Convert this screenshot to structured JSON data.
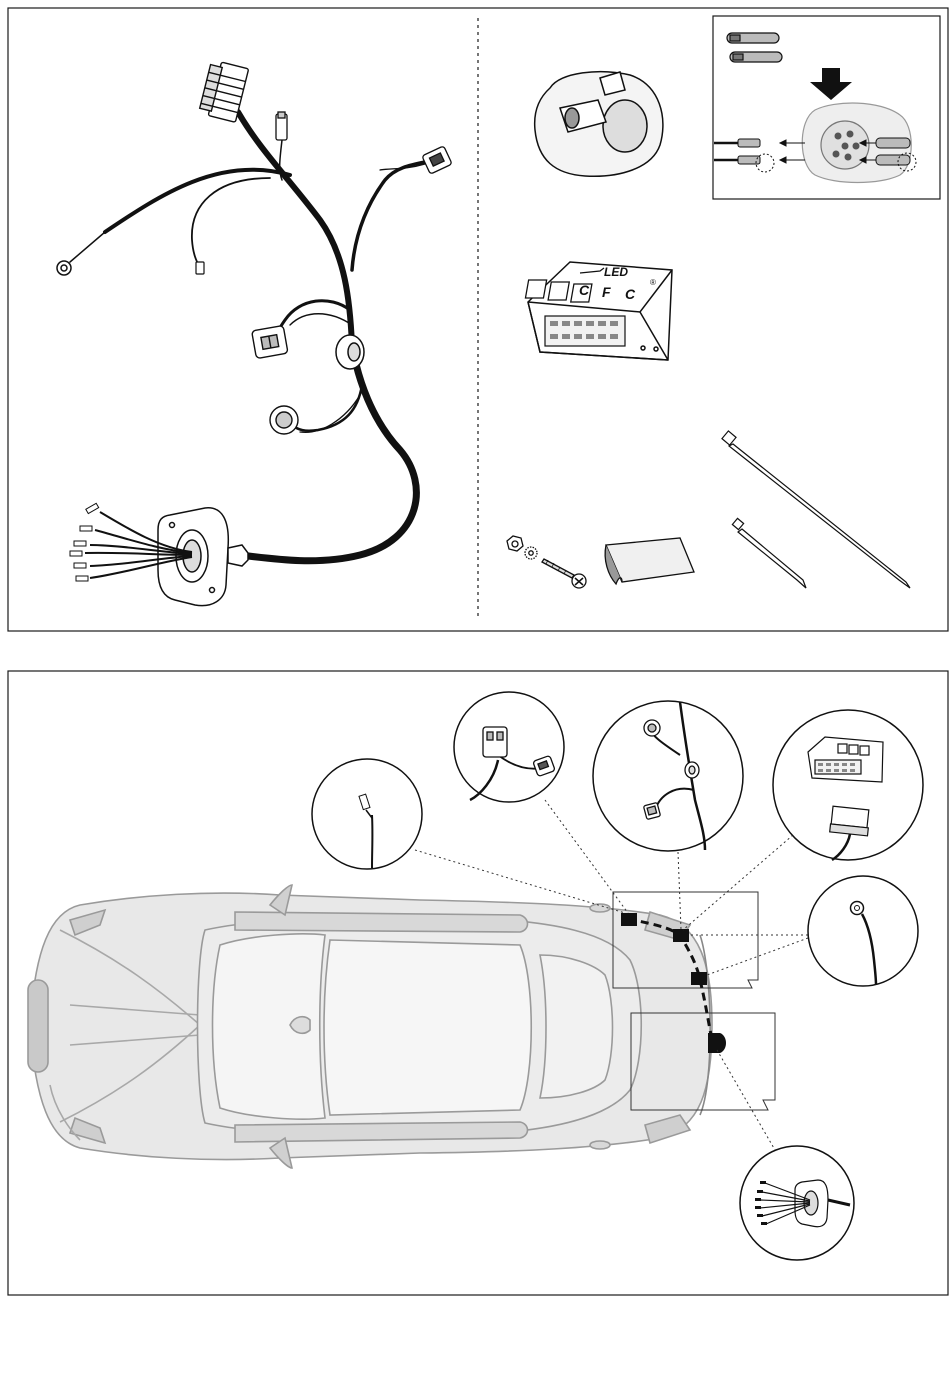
{
  "led_module": {
    "brand_text": "LED",
    "logo_letters": [
      "C",
      "F",
      "C"
    ],
    "registered_mark": "®"
  },
  "colors": {
    "line": "#1a1a1a",
    "car_body": "#e6e6e6",
    "car_outline": "#9a9a9a",
    "accent_dark": "#111111"
  },
  "icons": [
    "wire-harness-icon",
    "socket-13pin-icon",
    "led-module-icon",
    "cable-tie-icon",
    "nut-bolt-icon",
    "adhesive-pad-icon",
    "pin-insertion-icon",
    "car-top-view-icon",
    "ground-eyelet-icon",
    "connector-detail-icon"
  ]
}
